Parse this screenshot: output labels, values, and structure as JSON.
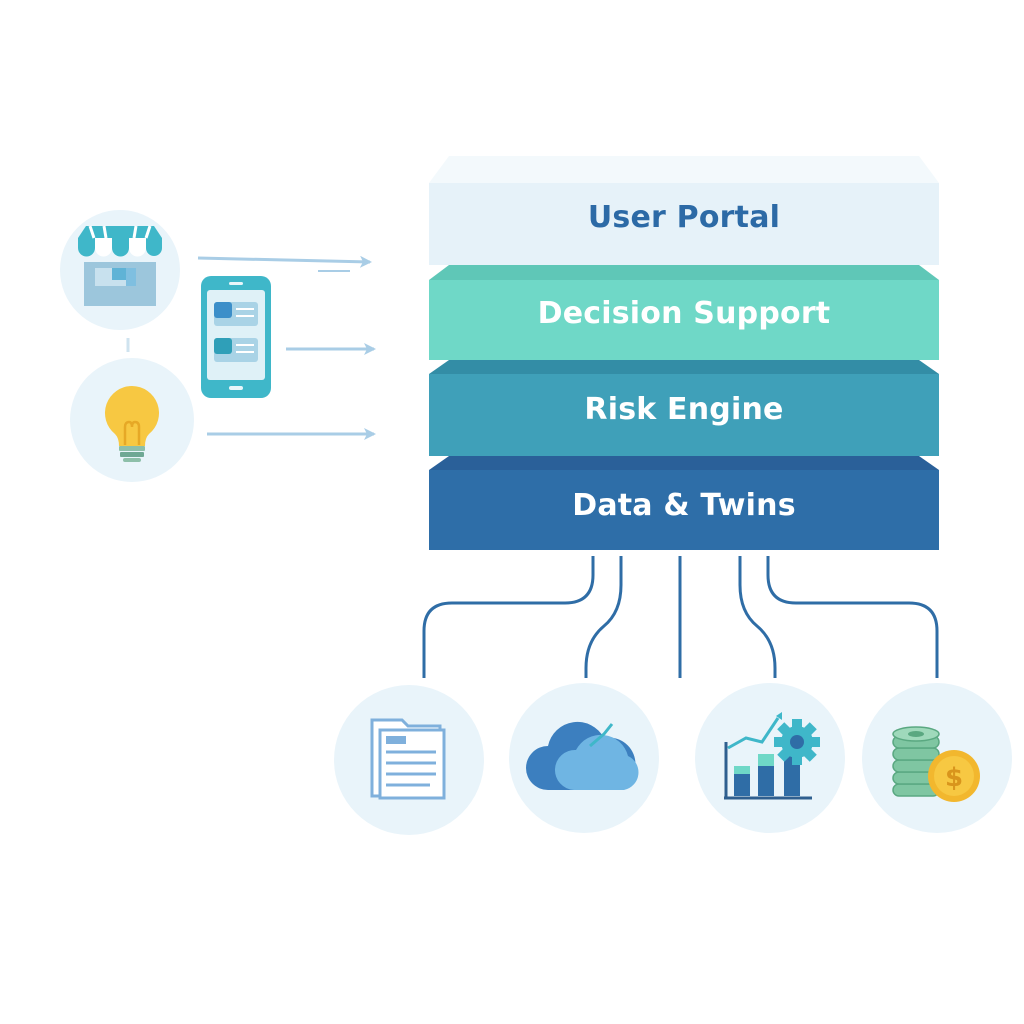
{
  "layers": [
    {
      "label": "User Portal"
    },
    {
      "label": "Decision Support"
    },
    {
      "label": "Risk Engine"
    },
    {
      "label": "Data & Twins"
    }
  ],
  "inputs": [
    {
      "icon": "storefront-icon"
    },
    {
      "icon": "smartphone-icon"
    },
    {
      "icon": "lightbulb-icon"
    }
  ],
  "sources": [
    {
      "icon": "document-icon"
    },
    {
      "icon": "cloud-icon"
    },
    {
      "icon": "analytics-chart-gear-icon"
    },
    {
      "icon": "money-coins-icon"
    }
  ],
  "colors": {
    "portal": "#e6f2f9",
    "decision": "#6fd8c7",
    "risk": "#3fa0b9",
    "data": "#2e6ea8",
    "arrow": "#a9cde6",
    "connector": "#2f6da6",
    "circle": "#e9f4fa"
  }
}
